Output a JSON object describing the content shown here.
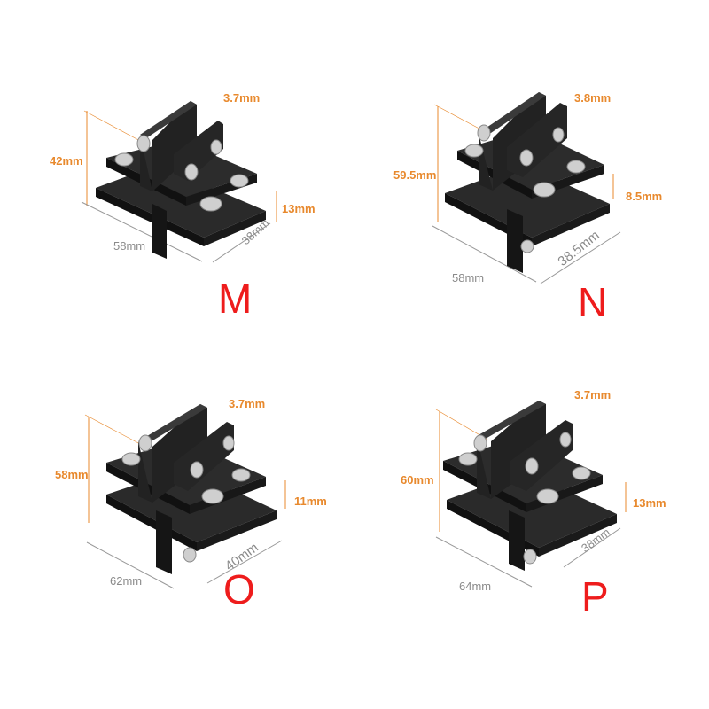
{
  "colors": {
    "dimension_orange": "#e8892d",
    "dimension_gray": "#8a8a8a",
    "letter_red": "#ee1c1c",
    "bracket": "#1f1f1f"
  },
  "variants": [
    {
      "letter": "M",
      "thickness": "3.7mm",
      "height": "42mm",
      "gap": "13mm",
      "length": "58mm",
      "width": "38mm"
    },
    {
      "letter": "N",
      "thickness": "3.8mm",
      "height": "59.5mm",
      "gap": "8.5mm",
      "length": "58mm",
      "width": "38.5mm"
    },
    {
      "letter": "O",
      "thickness": "3.7mm",
      "height": "58mm",
      "gap": "11mm",
      "length": "62mm",
      "width": "40mm"
    },
    {
      "letter": "P",
      "thickness": "3.7mm",
      "height": "60mm",
      "gap": "13mm",
      "length": "64mm",
      "width": "38mm"
    }
  ]
}
